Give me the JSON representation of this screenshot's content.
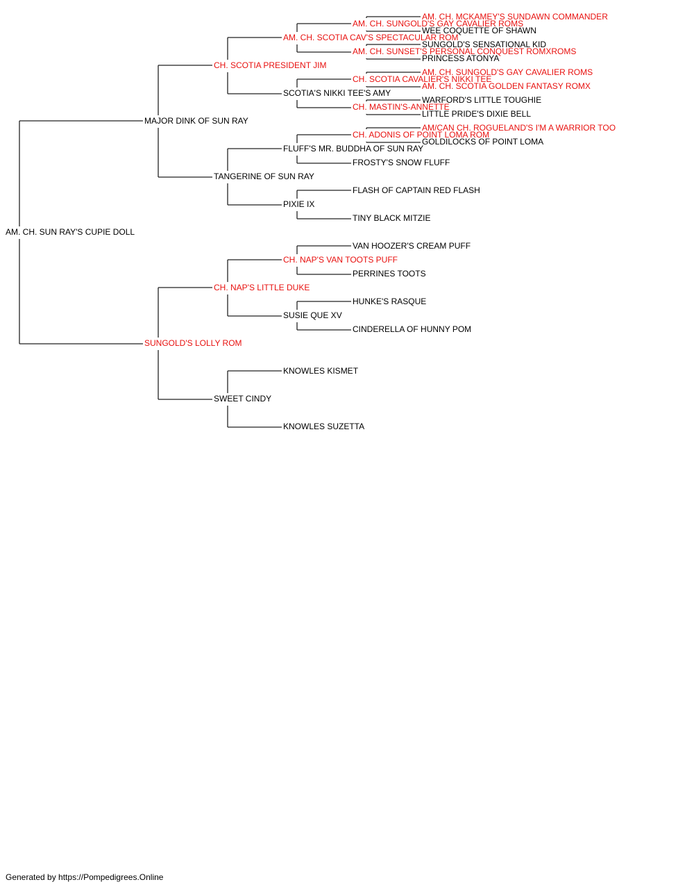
{
  "colors": {
    "champion": "#e8110f",
    "regular": "#000000",
    "line": "#222222"
  },
  "pedigree": {
    "name": "AM. CH. SUN RAY'S CUPIE DOLL",
    "champion": false,
    "sire": {
      "name": "MAJOR DINK OF SUN RAY",
      "champion": false,
      "sire": {
        "name": "CH. SCOTIA PRESIDENT JIM",
        "champion": true,
        "sire": {
          "name": "AM. CH. SCOTIA CAV'S SPECTACULAR ROM",
          "champion": true,
          "sire": {
            "name": "AM. CH. SUNGOLD'S GAY CAVALIER ROMS",
            "champion": true,
            "sire": {
              "name": "AM. CH. MCKAMEY'S SUNDAWN COMMANDER",
              "champion": true
            },
            "dam": {
              "name": "WEE COQUETTE OF SHAWN",
              "champion": false
            }
          },
          "dam": {
            "name": "AM. CH. SUNSET'S PERSONAL CONQUEST ROMXROMS",
            "champion": true,
            "sire": {
              "name": "SUNGOLD'S SENSATIONAL KID",
              "champion": false
            },
            "dam": {
              "name": "PRINCESS ATONYA",
              "champion": false
            }
          }
        },
        "dam": {
          "name": "SCOTIA'S NIKKI TEE'S AMY",
          "champion": false,
          "sire": {
            "name": "CH. SCOTIA CAVALIER'S NIKKI TEE",
            "champion": true,
            "sire": {
              "name": "AM. CH. SUNGOLD'S GAY CAVALIER ROMS",
              "champion": true
            },
            "dam": {
              "name": "AM. CH. SCOTIA GOLDEN FANTASY ROMX",
              "champion": true
            }
          },
          "dam": {
            "name": "CH. MASTIN'S-ANNETTE",
            "champion": true,
            "sire": {
              "name": "WARFORD'S LITTLE TOUGHIE",
              "champion": false
            },
            "dam": {
              "name": "LITTLE PRIDE'S DIXIE BELL",
              "champion": false
            }
          }
        }
      },
      "dam": {
        "name": "TANGERINE OF SUN RAY",
        "champion": false,
        "sire": {
          "name": "FLUFF'S MR. BUDDHA OF SUN RAY",
          "champion": false,
          "sire": {
            "name": "CH. ADONIS OF POINT LOMA ROM",
            "champion": true,
            "sire": {
              "name": "AM/CAN CH. ROGUELAND'S I'M A WARRIOR TOO",
              "champion": true
            },
            "dam": {
              "name": "GOLDILOCKS OF POINT LOMA",
              "champion": false
            }
          },
          "dam": {
            "name": "FROSTY'S SNOW FLUFF",
            "champion": false
          }
        },
        "dam": {
          "name": "PIXIE IX",
          "champion": false,
          "sire": {
            "name": "FLASH OF CAPTAIN RED FLASH",
            "champion": false
          },
          "dam": {
            "name": "TINY BLACK MITZIE",
            "champion": false
          }
        }
      }
    },
    "dam": {
      "name": "SUNGOLD'S LOLLY ROM",
      "champion": true,
      "sire": {
        "name": "CH. NAP'S LITTLE DUKE",
        "champion": true,
        "sire": {
          "name": "CH. NAP'S VAN TOOTS PUFF",
          "champion": true,
          "sire": {
            "name": "VAN HOOZER'S CREAM PUFF",
            "champion": false
          },
          "dam": {
            "name": "PERRINES TOOTS",
            "champion": false
          }
        },
        "dam": {
          "name": "SUSIE QUE XV",
          "champion": false,
          "sire": {
            "name": "HUNKE'S RASQUE",
            "champion": false
          },
          "dam": {
            "name": "CINDERELLA OF HUNNY POM",
            "champion": false
          }
        }
      },
      "dam": {
        "name": "SWEET CINDY",
        "champion": false,
        "sire": {
          "name": "KNOWLES KISMET",
          "champion": false
        },
        "dam": {
          "name": "KNOWLES SUZETTA",
          "champion": false
        }
      }
    }
  },
  "footer": "Generated by https://Pompedigrees.Online"
}
